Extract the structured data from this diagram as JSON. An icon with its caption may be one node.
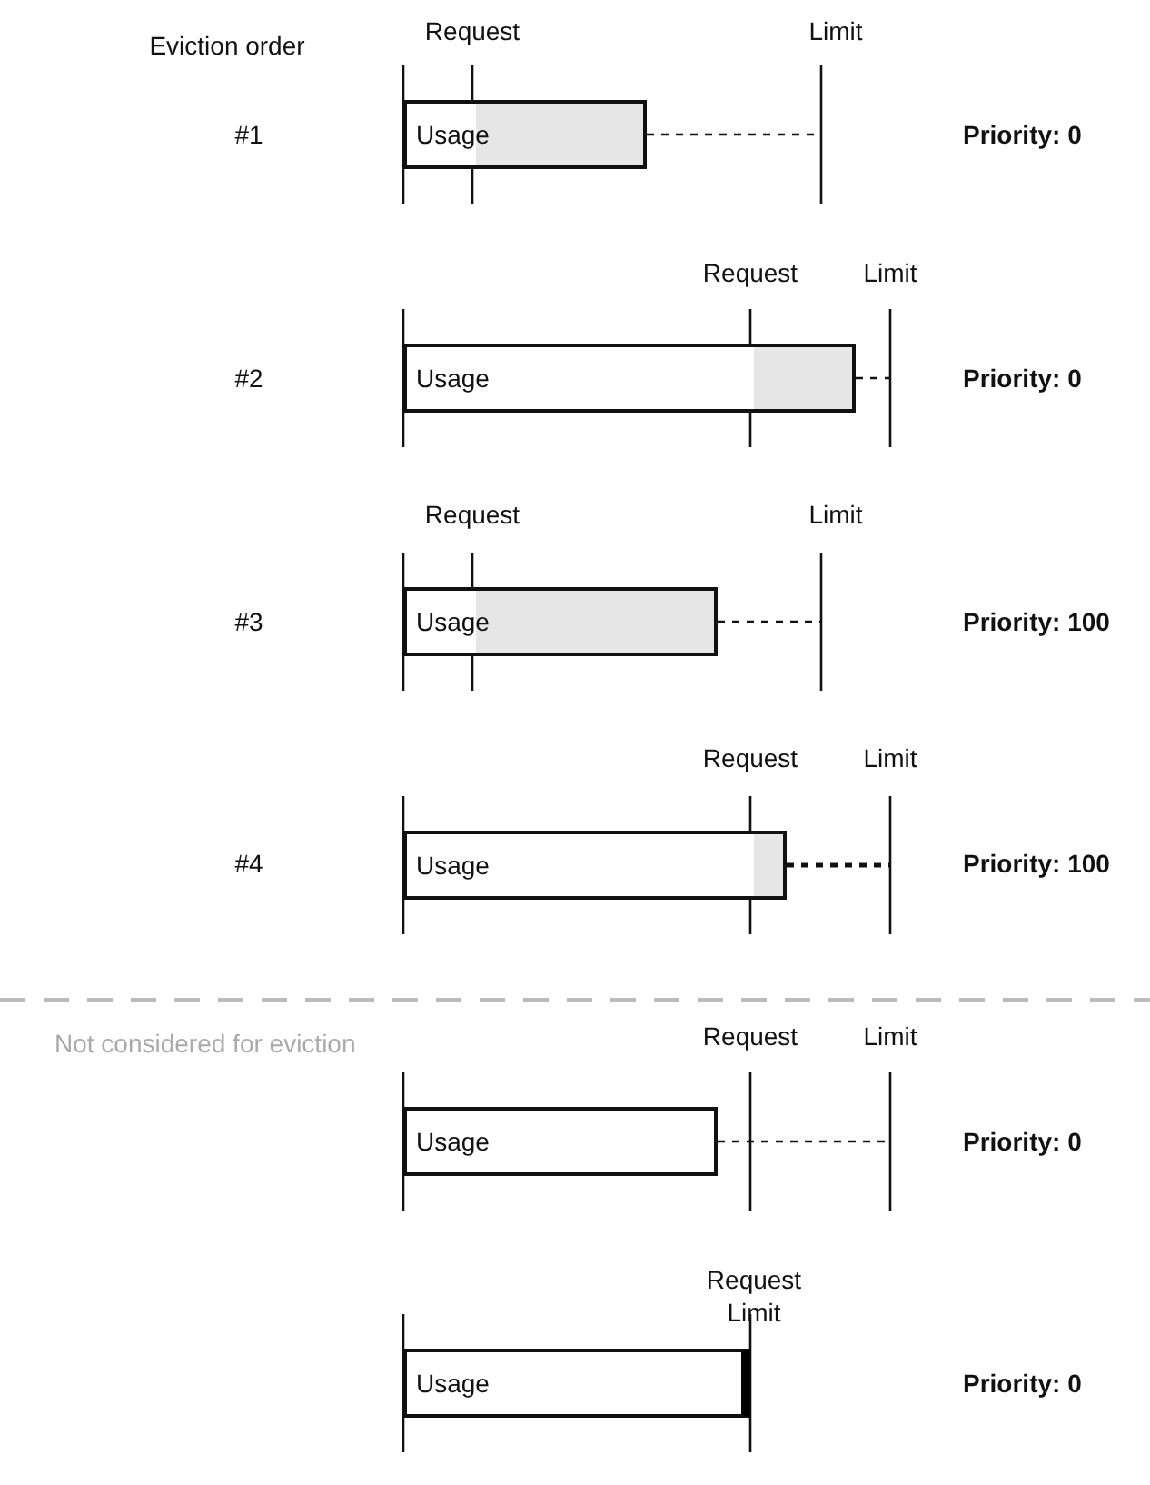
{
  "diagram": {
    "nodes": [
      {
        "text": [
          "Usage"
        ]
      },
      {
        "text": [
          "Usage"
        ]
      },
      {
        "text": [
          "Usage"
        ]
      },
      {
        "text": [
          "Usage"
        ]
      },
      {
        "text": [
          "Usage"
        ]
      },
      {
        "text": [
          "Usage"
        ]
      }
    ],
    "labels": [
      "Request",
      "Limit",
      "Eviction order",
      "#1",
      "Priority: 0",
      "Request",
      "Limit",
      "#2",
      "Priority: 0",
      "Request",
      "Limit",
      "#3",
      "Priority: 100",
      "Request",
      "Limit",
      "#4",
      "Priority: 100",
      "Not considered for eviction",
      "Request",
      "Limit",
      "Priority: 0",
      "Request",
      "Limit",
      "Priority: 0"
    ]
  }
}
